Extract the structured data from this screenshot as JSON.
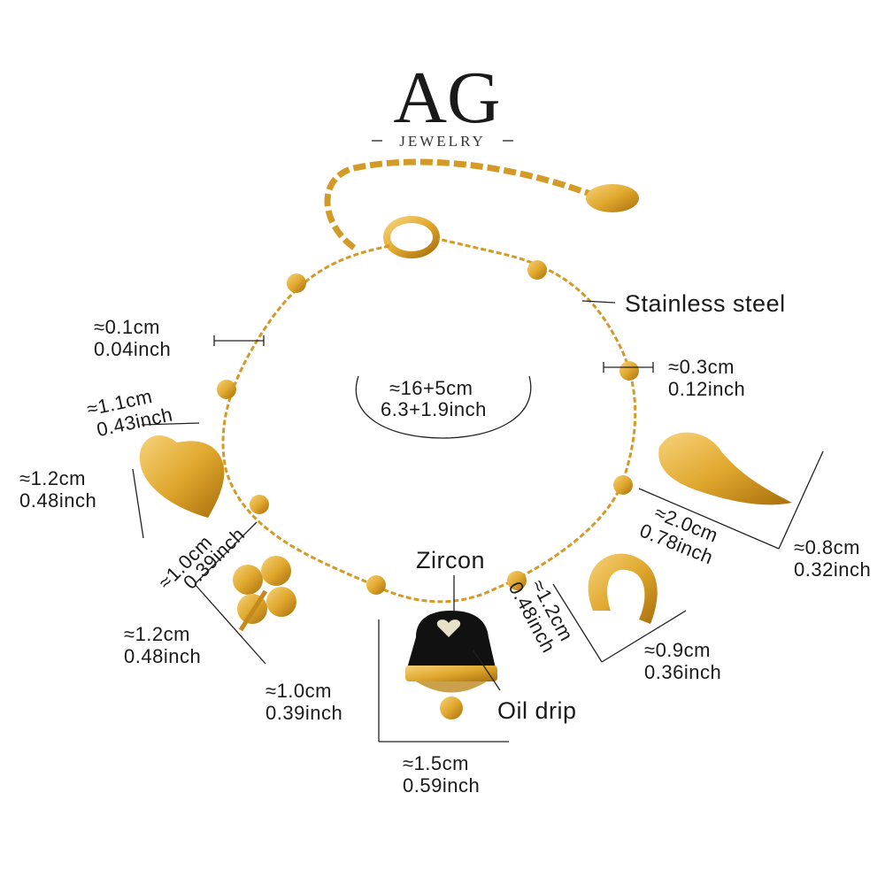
{
  "logo": {
    "mark": "AG",
    "subtitle": "JEWELRY"
  },
  "material": "Stainless steel",
  "length": {
    "cm": "≈16+5cm",
    "inch": "6.3+1.9inch"
  },
  "chain_width": {
    "cm": "≈0.1cm",
    "inch": "0.04inch"
  },
  "bead_size": {
    "cm": "≈0.3cm",
    "inch": "0.12inch"
  },
  "heart": {
    "width_cm": "≈1.1cm",
    "width_inch": "0.43inch",
    "height_cm": "≈1.2cm",
    "height_inch": "0.48inch"
  },
  "clover": {
    "width_cm": "≈1.0cm",
    "width_inch": "0.39inch",
    "height_cm": "≈1.2cm",
    "height_inch": "0.48inch"
  },
  "bell": {
    "height_cm": "≈1.0cm",
    "height_inch": "0.39inch",
    "width_cm": "≈1.5cm",
    "width_inch": "0.59inch",
    "top_label": "Zircon",
    "side_label": "Oil drip"
  },
  "horseshoe": {
    "height_cm": "≈1.2cm",
    "height_inch": "0.48inch",
    "width_cm": "≈0.9cm",
    "width_inch": "0.36inch"
  },
  "horn": {
    "length_cm": "≈2.0cm",
    "length_inch": "0.78inch",
    "width_cm": "≈0.8cm",
    "width_inch": "0.32inch"
  },
  "colors": {
    "gold": "#e0a82e",
    "gold_dark": "#b57d12",
    "enamel": "#111111"
  }
}
